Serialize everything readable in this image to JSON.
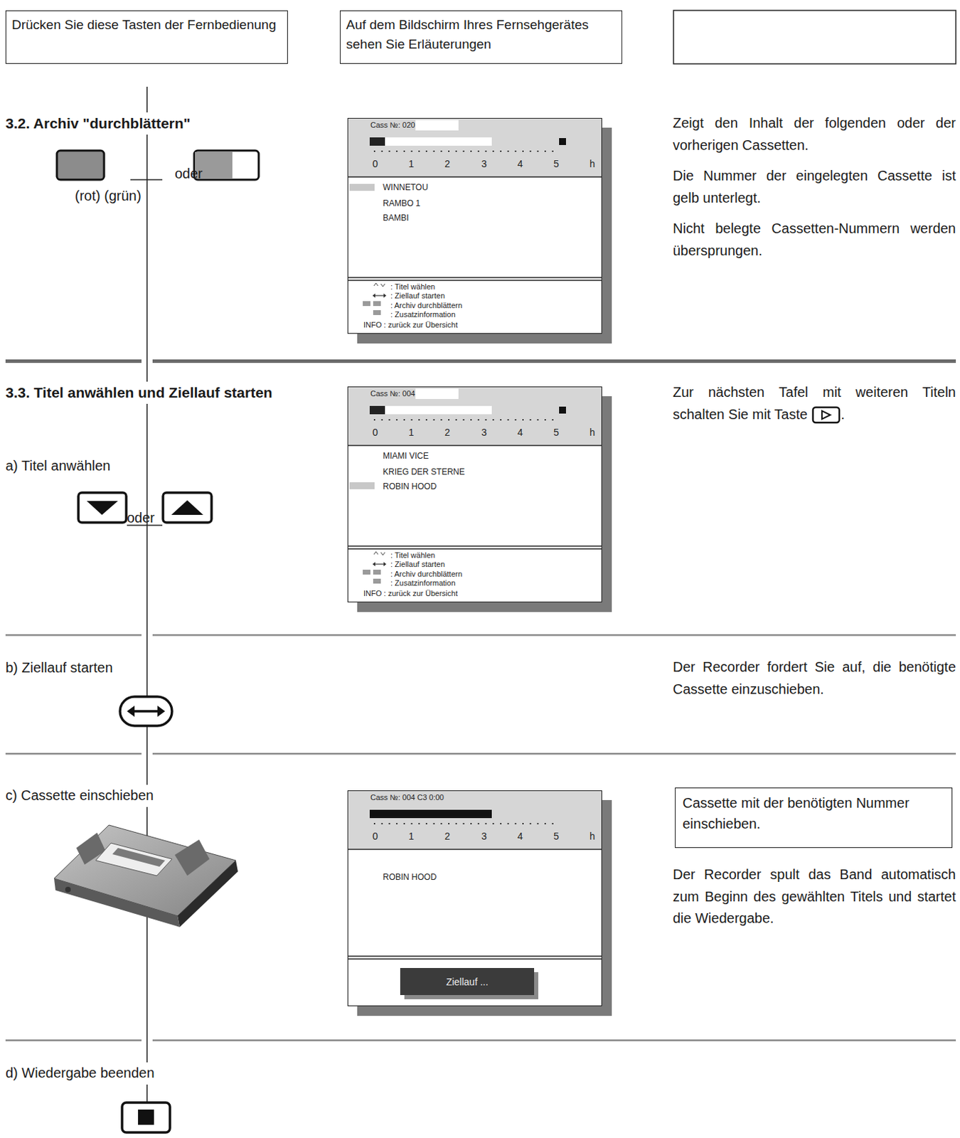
{
  "diagram": {
    "nodes": [
      {
        "text": [
          "Drücken Sie diese Tasten der Fernbedienung"
        ]
      },
      {
        "text": [
          "Auf dem Bildschirm Ihres Fernsehgerätes sehen Sie Erläuterungen"
        ]
      },
      {
        "text": [
          "Cass №: 020",
          "0",
          "1",
          "2",
          "3",
          "4",
          "5",
          "h",
          "WINNETOU",
          "RAMBO 1",
          "BAMBI",
          ": Titel wählen",
          ": Ziellauf starten",
          ": Archiv durchblättern",
          ": Zusatzinformation",
          "INFO : zurück zur Übersicht"
        ]
      },
      {
        "text": [
          "Cass №: 004",
          "0",
          "1",
          "2",
          "3",
          "4",
          "5",
          "h",
          "MIAMI VICE",
          "KRIEG DER STERNE",
          "ROBIN HOOD",
          ": Titel wählen",
          ": Ziellauf starten",
          ": Archiv durchblättern",
          ": Zusatzinformation",
          "INFO : zurück zur Übersicht"
        ]
      },
      {
        "text": [
          "Cass №: 004 C3 0:00",
          "0",
          "1",
          "2",
          "3",
          "4",
          "5",
          "h",
          "ROBIN HOOD"
        ]
      },
      {
        "text": [
          "Ziellauf ..."
        ],
        "in": 4
      },
      {
        "text": [
          "Cassette mit der benötigten Nummer einschieben."
        ]
      }
    ],
    "labels": [
      "3.2. Archiv \"durchblättern\"",
      "oder",
      "(rot) (grün)",
      "Zeigt den Inhalt der folgenden oder der vorherigen Cassetten.",
      "Die Nummer der eingelegten Cassette ist gelb unterlegt.",
      "Nicht belegte Cassetten-Nummern werden übersprungen.",
      "3.3. Titel anwählen und Ziellauf starten",
      "Zur nächsten Tafel mit weiteren Titeln schalten Sie mit Taste",
      ".",
      "a) Titel anwählen",
      "oder",
      "b) Ziellauf starten",
      "Der Recorder fordert Sie auf, die benötigte Cassette einzuschieben.",
      "c) Cassette einschieben",
      "Der Recorder spult das Band automatisch zum Beginn des gewählten Titels und startet die Wiedergabe.",
      "d) Wiedergabe beenden"
    ]
  }
}
